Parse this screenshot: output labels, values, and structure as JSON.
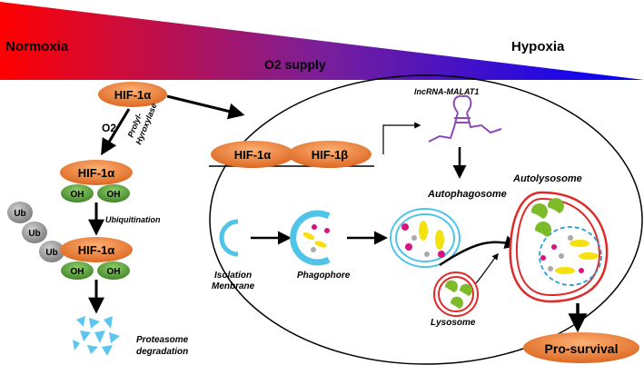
{
  "gradient": {
    "left_label": "Normoxia",
    "center_label": "O2 supply",
    "right_label": "Hypoxia",
    "colors": {
      "start": "#ff0000",
      "mid": "#7a1f9a",
      "end": "#0000ff"
    }
  },
  "left_pathway": {
    "hif_top": "HIF-1α",
    "o2": "O2",
    "enzyme_line1": "Prolyl-",
    "enzyme_line2": "Hyroxylase",
    "hif_mid": "HIF-1α",
    "oh_1": "OH",
    "oh_2": "OH",
    "ubiquitination": "Ubiquitination",
    "ub_1": "Ub",
    "ub_2": "Ub",
    "ub_3": "Ub",
    "hif_bottom": "HIF-1α",
    "oh_3": "OH",
    "oh_4": "OH",
    "proteasome_line1": "Proteasome",
    "proteasome_line2": "degradation"
  },
  "cell": {
    "hif1a": "HIF-1α",
    "hif1b": "HIF-1β",
    "lncrna": "lncRNA-MALAT1",
    "autophagosome": "Autophagosome",
    "autolysosome": "Autolysosome",
    "isolation_line1": "Isolation",
    "isolation_line2": "Menbrane",
    "phagophore": "Phagophore",
    "lysosome": "Lysosome",
    "pro_survival": "Pro-survival"
  },
  "colors": {
    "hif_orange": "#e9792e",
    "oh_green": "#5fa33a",
    "ub_gray": "#8f8f8f",
    "membrane_blue": "#4fc3e8",
    "lysosome_red": "#e02a2a",
    "yellow": "#f5e010",
    "magenta": "#d8137f",
    "lysosome_green": "#7dbb2a"
  }
}
